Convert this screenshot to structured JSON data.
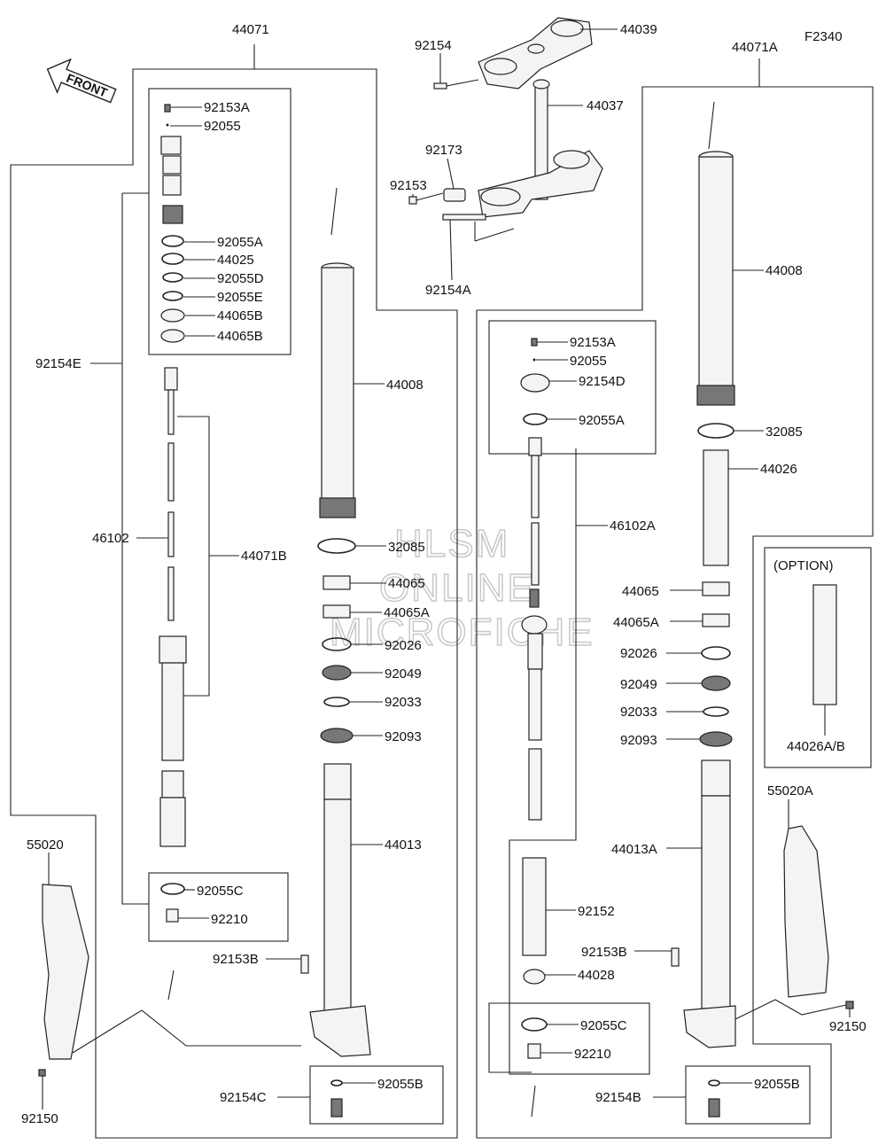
{
  "diagram": {
    "code": "F2340",
    "front_label": "FRONT",
    "option_label": "(OPTION)",
    "watermark": [
      "HLSM",
      "ONLINE",
      "MICROFICHE"
    ]
  },
  "labels": {
    "p44071": "44071",
    "p44071A": "44071A",
    "p44039": "44039",
    "p44037": "44037",
    "p92154_top": "92154",
    "p92173": "92173",
    "p92153_top": "92153",
    "p92154A": "92154A",
    "p92153A_l": "92153A",
    "p92055_l": "92055",
    "p92055A_l": "92055A",
    "p44025": "44025",
    "p92055D": "92055D",
    "p92055E": "92055E",
    "p44065B_1": "44065B",
    "p44065B_2": "44065B",
    "p92154E": "92154E",
    "p46102": "46102",
    "p44071B": "44071B",
    "p44008_l": "44008",
    "p32085_l": "32085",
    "p44065_l": "44065",
    "p44065A_l": "44065A",
    "p92026_l": "92026",
    "p92049_l": "92049",
    "p92033_l": "92033",
    "p92093_l": "92093",
    "p44013": "44013",
    "p92055C_l": "92055C",
    "p92210_l": "92210",
    "p92153B_l": "92153B",
    "p55020": "55020",
    "p92154C": "92154C",
    "p92055B_l": "92055B",
    "p92150_l": "92150",
    "p92153A_m": "92153A",
    "p92055_m": "92055",
    "p92154D": "92154D",
    "p92055A_m": "92055A",
    "p46102A": "46102A",
    "p92152": "92152",
    "p44028": "44028",
    "p92055C_m": "92055C",
    "p92210_m": "92210",
    "p44008_r": "44008",
    "p32085_r": "32085",
    "p44026": "44026",
    "p44065_r": "44065",
    "p44065A_r": "44065A",
    "p92026_r": "92026",
    "p92049_r": "92049",
    "p92033_r": "92033",
    "p92093_r": "92093",
    "p44013A": "44013A",
    "p92153B_r": "92153B",
    "p92154B": "92154B",
    "p92055B_r": "92055B",
    "p55020A": "55020A",
    "p92150_r": "92150",
    "p44026AB": "44026A/B"
  }
}
